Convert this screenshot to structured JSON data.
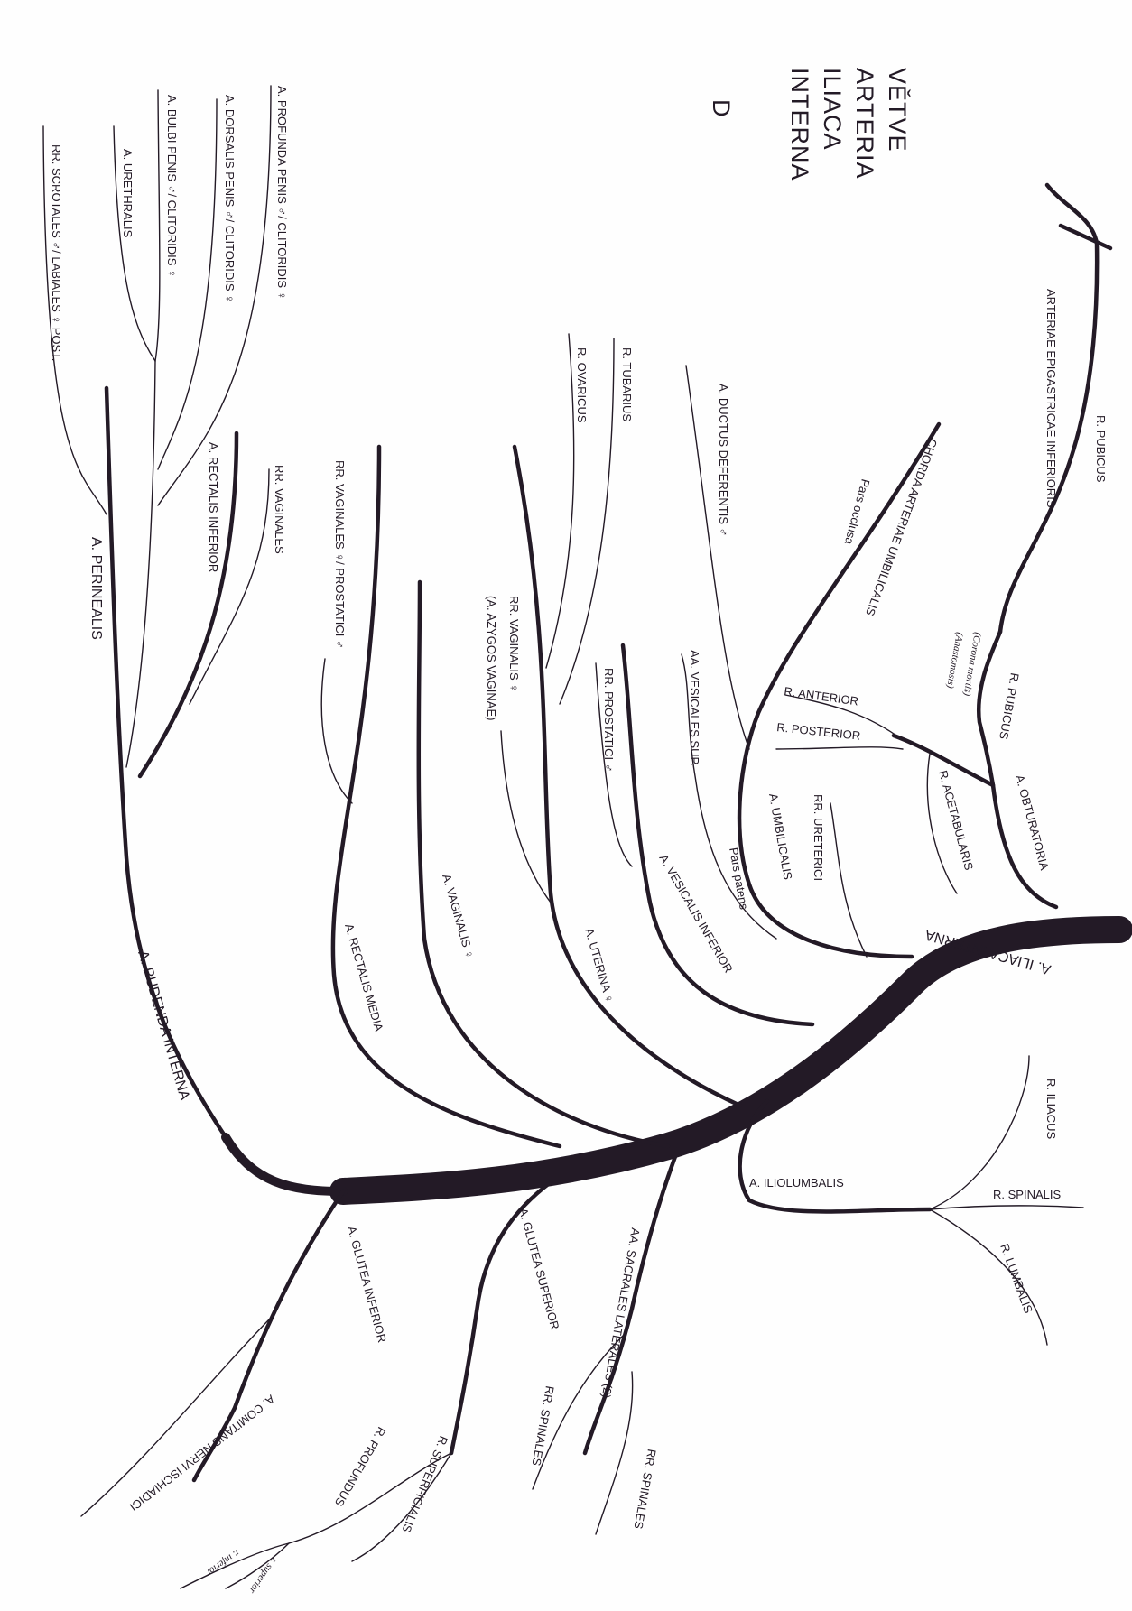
{
  "title": {
    "line1": "VĚTVE",
    "line2": "ARTERIA",
    "line3": "ILIACA",
    "line4": "INTERNA"
  },
  "signature": "D",
  "labels": {
    "iliaca_interna": "A. ILIACA INTERNA",
    "pudenda_interna": "A. PUDENDA INTERNA",
    "perinealis": "A. PERINEALIS",
    "scrotales": "RR. SCROTALES ♂/ LABIALES ♀ POST.",
    "urethralis": "A. URETHRALIS",
    "bulbi_penis": "A. BULBI PENIS ♂/ CLITORIDIS ♀",
    "dorsalis_penis": "A. DORSALIS PENIS ♂/ CLITORIDIS ♀",
    "profunda_penis": "A. PROFUNDA PENIS ♂/ CLITORIDIS ♀",
    "rectalis_inferior": "A. RECTALIS INFERIOR",
    "rr_vaginales": "RR. VAGINALES",
    "rectalis_media": "A. RECTALIS MEDIA",
    "rr_vaginales_prostatici": "RR. VAGINALES ♀/ PROSTATICI ♂",
    "vaginalis": "A. VAGINALIS ♀",
    "rr_vaginalis_azygos": "RR. VAGINALIS ♀",
    "azygos": "(A. AZYGOS VAGINAE)",
    "uterina": "A. UTERINA ♀",
    "r_ovaricus": "R. OVARICUS",
    "r_tubarius": "R. TUBARIUS",
    "vesicalis_inferior": "A. VESICALIS INFERIOR",
    "rr_prostatici": "RR. PROSTATICI ♂",
    "vesicales_sup": "AA. VESICALES SUP.",
    "umbilicalis": "A. UMBILICALIS",
    "pars_patens": "Pars patens",
    "ductus_deferentis": "A. DUCTUS DEFERENTIS ♂",
    "chorda": "CHORDA ARTERIAE UMBILICALIS",
    "pars_occlusa": "Pars occlusa",
    "rr_ureterici": "RR. URETERICI",
    "obturatoria": "A. OBTURATORIA",
    "r_anterior": "R. ANTERIOR",
    "r_posterior": "R. POSTERIOR",
    "r_acetabularis": "R. ACETABULARIS",
    "r_pubicus": "R. PUBICUS",
    "corona_mortis": "(Corona mortis)",
    "anastomosis": "(Anastomosis)",
    "r_pubicus_epigastric": "R. PUBICUS",
    "epigastricae": "ARTERIAE EPIGASTRICAE INFERIORIS",
    "iliolumbalis": "A. ILIOLUMBALIS",
    "r_iliacus": "R. ILIACUS",
    "r_spinalis": "R. SPINALIS",
    "r_lumbalis": "R. LUMBALIS",
    "sacrales": "AA. SACRALES LATERALES (2)",
    "rr_spinales_1": "RR. SPINALES",
    "rr_spinales_2": "RR. SPINALES",
    "glutea_superior": "A. GLUTEA SUPERIOR",
    "r_profundus": "R. PROFUNDUS",
    "r_superficialis": "R. SUPERFICIALIS",
    "r_superior": "r. superior",
    "r_inferior": "r. inferior",
    "glutea_inferior": "A. GLUTEA INFERIOR",
    "comitans": "A. COMITANS NERVI ISCHIADICI"
  },
  "colors": {
    "ink": "#231a26",
    "paper": "#fefefe"
  }
}
